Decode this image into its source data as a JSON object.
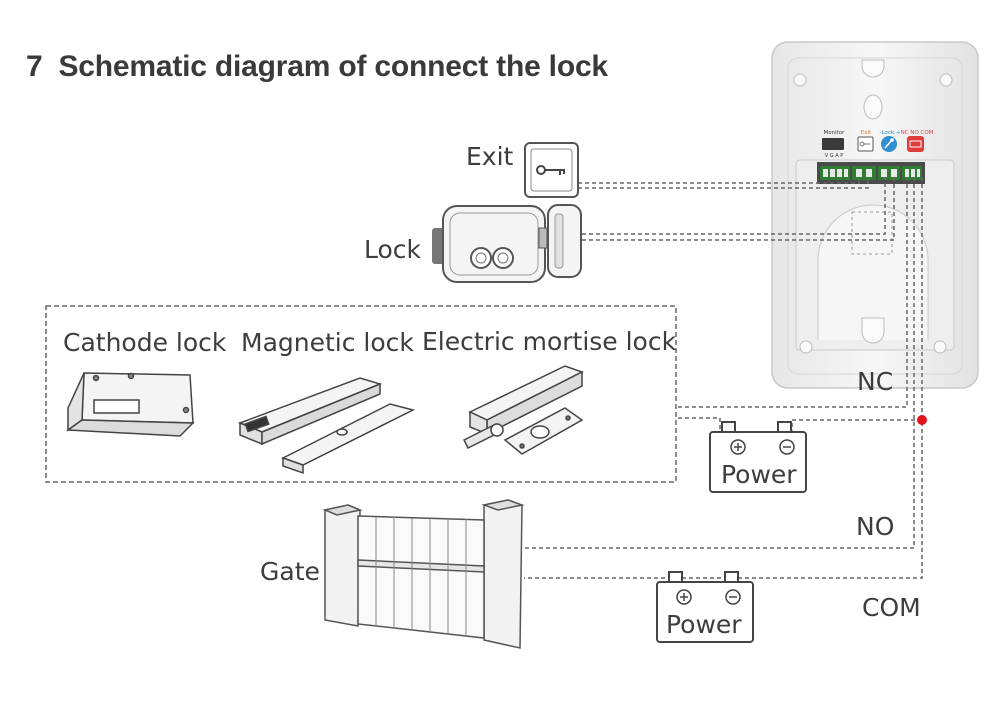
{
  "title": {
    "number": "7",
    "text": "Schematic diagram of connect the lock"
  },
  "labels": {
    "exit": "Exit",
    "lock": "Lock",
    "cathode_lock": "Cathode lock",
    "magnetic_lock": "Magnetic lock",
    "electric_mortise_lock": "Electric mortise lock",
    "gate": "Gate",
    "power_1": "Power",
    "power_2": "Power",
    "nc": "NC",
    "no": "NO",
    "com": "COM"
  },
  "device_ports": {
    "monitor": "Monitor",
    "vgap": "V G A P",
    "exit": "Exit",
    "lock": "-Lock +",
    "nc_no_com": "NC NO COM"
  },
  "colors": {
    "text": "#3d3d3d",
    "wire": "#666666",
    "device_body": "#ececec",
    "exit_port": "#e07b2a",
    "lock_port": "#2f8fd0",
    "relay_port": "#e23b3b",
    "junction_dot": "#e3121b"
  },
  "icons": {
    "exit_button": "key-icon",
    "lock_port": "key-circle-icon",
    "relay_port": "relay-icon",
    "battery": "battery-icon"
  }
}
